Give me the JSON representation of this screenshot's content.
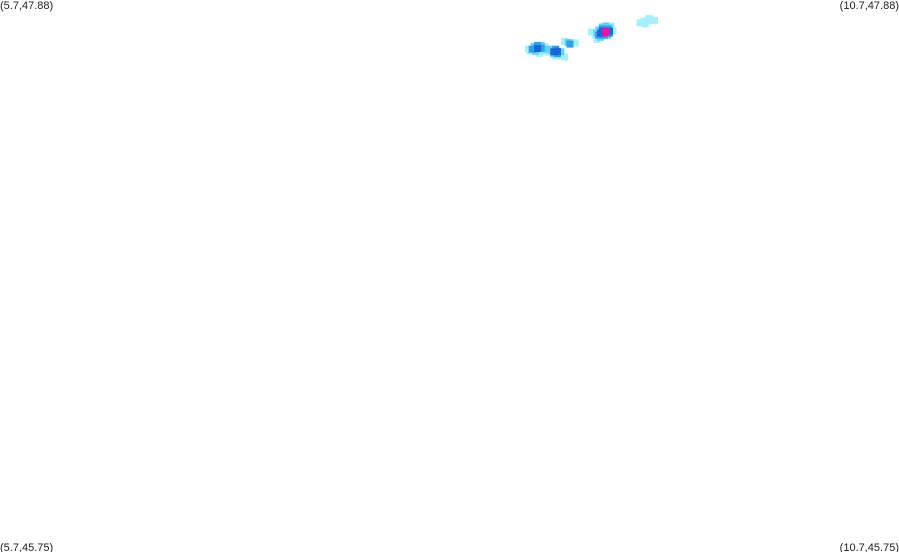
{
  "map": {
    "corners": {
      "top_left": "(5.7,47.88)",
      "top_right": "(10.7,47.88)",
      "bottom_left": "(5.7,45.75)",
      "bottom_right": "(10.7,45.75)"
    },
    "bounds": {
      "lon_min": 5.7,
      "lon_max": 10.7,
      "lat_min": 45.75,
      "lat_max": 47.88
    },
    "colors": {
      "light": "#a6f0fb",
      "cyan": "#63d3f5",
      "medium": "#2f9fe6",
      "dark": "#1a66d9",
      "magenta": "#e8189a"
    },
    "precip_cells": [
      {
        "lon": 9.3,
        "lat": 47.8,
        "level": "light"
      },
      {
        "lon": 9.32,
        "lat": 47.803,
        "level": "light"
      },
      {
        "lon": 9.28,
        "lat": 47.797,
        "level": "light"
      },
      {
        "lon": 9.31,
        "lat": 47.809,
        "level": "light"
      },
      {
        "lon": 9.34,
        "lat": 47.8,
        "level": "light"
      },
      {
        "lon": 9.26,
        "lat": 47.792,
        "level": "light"
      },
      {
        "lon": 9.29,
        "lat": 47.788,
        "level": "light"
      },
      {
        "lon": 9.07,
        "lat": 47.78,
        "level": "cyan"
      },
      {
        "lon": 9.05,
        "lat": 47.776,
        "level": "cyan"
      },
      {
        "lon": 9.09,
        "lat": 47.772,
        "level": "cyan"
      },
      {
        "lon": 9.1,
        "lat": 47.78,
        "level": "light"
      },
      {
        "lon": 9.03,
        "lat": 47.764,
        "level": "cyan"
      },
      {
        "lon": 9.05,
        "lat": 47.768,
        "level": "medium"
      },
      {
        "lon": 9.08,
        "lat": 47.768,
        "level": "medium"
      },
      {
        "lon": 9.05,
        "lat": 47.76,
        "level": "dark"
      },
      {
        "lon": 9.07,
        "lat": 47.76,
        "level": "magenta"
      },
      {
        "lon": 9.09,
        "lat": 47.76,
        "level": "dark"
      },
      {
        "lon": 9.04,
        "lat": 47.752,
        "level": "dark"
      },
      {
        "lon": 9.07,
        "lat": 47.753,
        "level": "magenta"
      },
      {
        "lon": 9.09,
        "lat": 47.752,
        "level": "medium"
      },
      {
        "lon": 9.02,
        "lat": 47.752,
        "level": "cyan"
      },
      {
        "lon": 9.03,
        "lat": 47.744,
        "level": "medium"
      },
      {
        "lon": 9.06,
        "lat": 47.744,
        "level": "medium"
      },
      {
        "lon": 9.08,
        "lat": 47.744,
        "level": "cyan"
      },
      {
        "lon": 9.01,
        "lat": 47.744,
        "level": "light"
      },
      {
        "lon": 9.04,
        "lat": 47.736,
        "level": "cyan"
      },
      {
        "lon": 9.02,
        "lat": 47.728,
        "level": "light"
      },
      {
        "lon": 9.11,
        "lat": 47.76,
        "level": "light"
      },
      {
        "lon": 8.99,
        "lat": 47.756,
        "level": "light"
      },
      {
        "lon": 8.84,
        "lat": 47.72,
        "level": "light"
      },
      {
        "lon": 8.86,
        "lat": 47.716,
        "level": "cyan"
      },
      {
        "lon": 8.88,
        "lat": 47.716,
        "level": "light"
      },
      {
        "lon": 8.87,
        "lat": 47.71,
        "level": "medium"
      },
      {
        "lon": 8.9,
        "lat": 47.714,
        "level": "light"
      },
      {
        "lon": 8.69,
        "lat": 47.705,
        "level": "medium"
      },
      {
        "lon": 8.71,
        "lat": 47.705,
        "level": "cyan"
      },
      {
        "lon": 8.67,
        "lat": 47.7,
        "level": "cyan"
      },
      {
        "lon": 8.73,
        "lat": 47.7,
        "level": "light"
      },
      {
        "lon": 8.69,
        "lat": 47.693,
        "level": "dark"
      },
      {
        "lon": 8.71,
        "lat": 47.695,
        "level": "medium"
      },
      {
        "lon": 8.66,
        "lat": 47.69,
        "level": "medium"
      },
      {
        "lon": 8.64,
        "lat": 47.69,
        "level": "light"
      },
      {
        "lon": 8.73,
        "lat": 47.69,
        "level": "cyan"
      },
      {
        "lon": 8.75,
        "lat": 47.69,
        "level": "cyan"
      },
      {
        "lon": 8.77,
        "lat": 47.685,
        "level": "cyan"
      },
      {
        "lon": 8.79,
        "lat": 47.69,
        "level": "medium"
      },
      {
        "lon": 8.8,
        "lat": 47.682,
        "level": "dark"
      },
      {
        "lon": 8.78,
        "lat": 47.68,
        "level": "dark"
      },
      {
        "lon": 8.82,
        "lat": 47.68,
        "level": "cyan"
      },
      {
        "lon": 8.8,
        "lat": 47.673,
        "level": "medium"
      },
      {
        "lon": 8.78,
        "lat": 47.672,
        "level": "cyan"
      },
      {
        "lon": 8.82,
        "lat": 47.672,
        "level": "light"
      },
      {
        "lon": 8.75,
        "lat": 47.678,
        "level": "light"
      },
      {
        "lon": 8.72,
        "lat": 47.682,
        "level": "light"
      },
      {
        "lon": 8.68,
        "lat": 47.682,
        "level": "cyan"
      },
      {
        "lon": 8.65,
        "lat": 47.682,
        "level": "light"
      },
      {
        "lon": 8.81,
        "lat": 47.664,
        "level": "light"
      },
      {
        "lon": 8.84,
        "lat": 47.66,
        "level": "light"
      },
      {
        "lon": 8.79,
        "lat": 47.664,
        "level": "light"
      },
      {
        "lon": 8.7,
        "lat": 47.674,
        "level": "light"
      }
    ]
  }
}
